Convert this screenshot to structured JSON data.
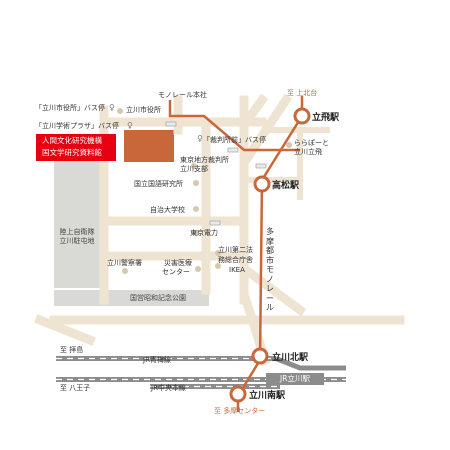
{
  "map": {
    "places": {
      "monorail_hq": "モノレール本社",
      "tachikawa_cityhall_bus": "「立川市役所」バス停",
      "tachikawa_cityhall": "立川市役所",
      "tachikawa_gakugei_bus": "「立川学術プラザ」バス停",
      "saibansho_bus": "「裁判所前」バス停",
      "tokyo_district_court": "東京地方裁判所",
      "tokyo_district_court_2": "立川支部",
      "kokugoken": "国立国語研究所",
      "jichi_university": "自治大学校",
      "tokyo_electric": "東京電力",
      "tachikawa_gov_2": "立川第二法",
      "tachikawa_gov_2b": "務総合庁舎",
      "ikea": "IKEA",
      "tachikawa_police": "立川警察署",
      "disaster_center": "災害医療",
      "disaster_center_2": "センター",
      "lalaport": "ららぽーと",
      "lalaport_2": "立川立飛",
      "gsdf_1": "陸上自衛隊",
      "gsdf_2": "立川駐屯地",
      "showa_park": "国営昭和記念公園"
    },
    "callout": {
      "line1": "人間文化研究機構",
      "line2": "国文学研究資料館"
    },
    "stations": {
      "tachihi": "立飛駅",
      "takamatsu": "高松駅",
      "tachikawa_kita": "立川北駅",
      "tachikawa_minami": "立川南駅",
      "jr_tachikawa": "JR立川駅"
    },
    "destinations": {
      "kamikitadai": "至 上北台",
      "tama_center": "至 多摩センター",
      "haijima": "至 拝島",
      "hachioji": "至 八王子"
    },
    "lines": {
      "tama_monorail": "多摩都市モノレール",
      "jr_ome": "JR青梅線",
      "jr_chuo": "JR中央本線"
    },
    "icons": {
      "bus_stop": "bus-stop-icon",
      "station": "station-circle-icon",
      "landmark": "landmark-dot-icon"
    },
    "colors": {
      "road": "#efe3d2",
      "monorail": "#c8683a",
      "area": "#d9dad5",
      "highlight": "#c8683a",
      "callout": "#e60012",
      "jr_sign": "#8c8c8c"
    }
  }
}
